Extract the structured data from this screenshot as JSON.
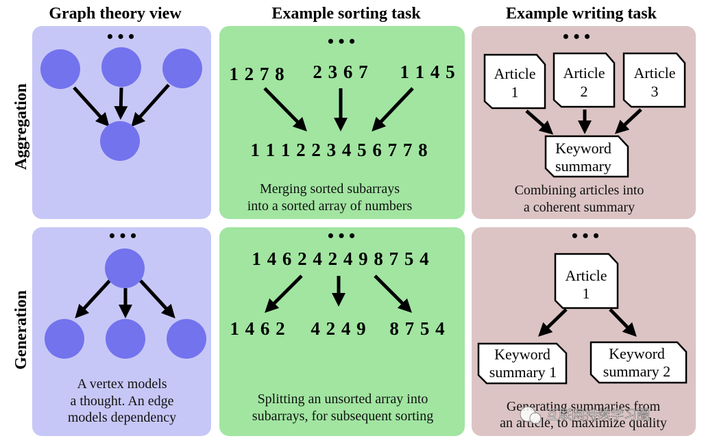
{
  "headers": {
    "graph": "Graph theory view",
    "sorting": "Example sorting task",
    "writing": "Example writing task"
  },
  "rows": {
    "aggregation": "Aggregation",
    "generation": "Generation"
  },
  "ellipsis": "• • •",
  "colors": {
    "graph_panel": "#c7c7f7",
    "sorting_panel": "#a1e5a1",
    "writing_panel": "#dcc4c4",
    "vertex": "#7373ee",
    "arrow": "#000000"
  },
  "sorting": {
    "aggregation": {
      "inputs": [
        "1 2 7 8",
        "2 3 6 7",
        "1 1 4 5"
      ],
      "output": "1 1 1 2 2 3 4 5 6 7 7 8",
      "caption": [
        "Merging sorted subarrays",
        "into a sorted array of numbers"
      ]
    },
    "generation": {
      "input": "1 4 6 2 4 2 4 9 8 7 5 4",
      "outputs": [
        "1 4 6 2",
        "4 2 4 9",
        "8 7 5 4"
      ],
      "caption": [
        "Splitting an unsorted array into",
        "subarrays, for subsequent sorting"
      ]
    }
  },
  "writing": {
    "aggregation": {
      "docs": [
        [
          "Article",
          "1"
        ],
        [
          "Article",
          "2"
        ],
        [
          "Article",
          "3"
        ]
      ],
      "result": [
        "Keyword",
        "summary"
      ],
      "caption": [
        "Combining articles into",
        "a coherent summary"
      ]
    },
    "generation": {
      "doc": [
        "Article",
        "1"
      ],
      "results": [
        [
          "Keyword",
          "summary 1"
        ],
        [
          "Keyword",
          "summary 2"
        ]
      ],
      "caption": [
        "Generating summaries from",
        "an article, to maximize quality"
      ]
    }
  },
  "graph": {
    "generation_caption": [
      "A vertex models",
      "a thought. An edge",
      "models dependency"
    ]
  },
  "watermark": "互联网持续学习圈"
}
